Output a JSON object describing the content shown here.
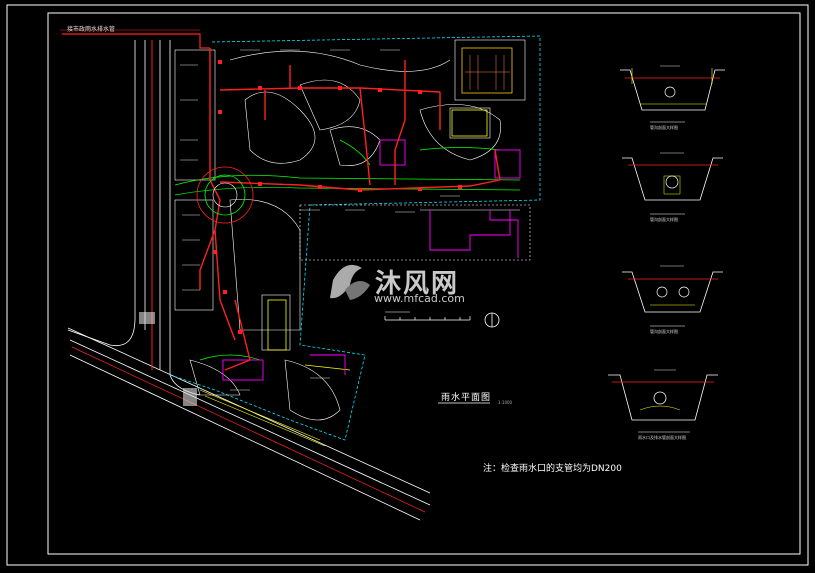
{
  "drawing": {
    "title": "雨水平面图",
    "scale": "1:1000",
    "note": "注：检查雨水口的支管均为DN200",
    "top_left_label": "接市政雨水排水管",
    "watermark": {
      "brand": "沐风网",
      "url": "www.mfcad.com"
    }
  },
  "colors": {
    "background": "#000000",
    "frame": "#ffffff",
    "rain_pipe": "#ff2020",
    "building_outline": "#ffffff",
    "green_boundary": "#00ff00",
    "cyan_boundary": "#00e5ff",
    "magenta_structure": "#ff00ff",
    "yellow_lines": "#ffff00",
    "road_lines": "#ffffff"
  },
  "section_details": [
    {
      "title": "管沟剖面大样图"
    },
    {
      "title": "管沟剖面大样图"
    },
    {
      "title": "管沟剖面大样图"
    },
    {
      "title": "雨水口及排水管剖面大样图"
    }
  ]
}
